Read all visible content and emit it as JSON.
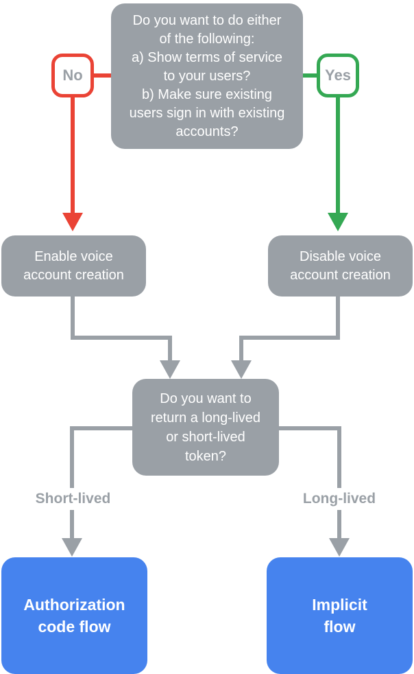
{
  "palette": {
    "node-gray": "#9AA0A6",
    "connector-gray": "#9AA0A6",
    "badge-text-gray": "#9AA0A6",
    "no-red": "#EA4335",
    "yes-green": "#34A853",
    "flow-blue": "#4683EE",
    "text-white": "#FFFFFF",
    "label-bg": "#FFFFFF"
  },
  "flowchart": {
    "question1": "Do you want to do either\nof the following:\na) Show terms of service\nto your users?\nb) Make sure existing\nusers sign in with existing\naccounts?",
    "no_badge": "No",
    "yes_badge": "Yes",
    "enable_box": "Enable voice\naccount creation",
    "disable_box": "Disable voice\naccount creation",
    "question2": "Do you want to\nreturn a long-lived\nor short-lived\ntoken?",
    "short_lived_label": "Short-lived",
    "long_lived_label": "Long-lived",
    "authorization_box": "Authorization\ncode flow",
    "implicit_box": "Implicit\nflow"
  }
}
